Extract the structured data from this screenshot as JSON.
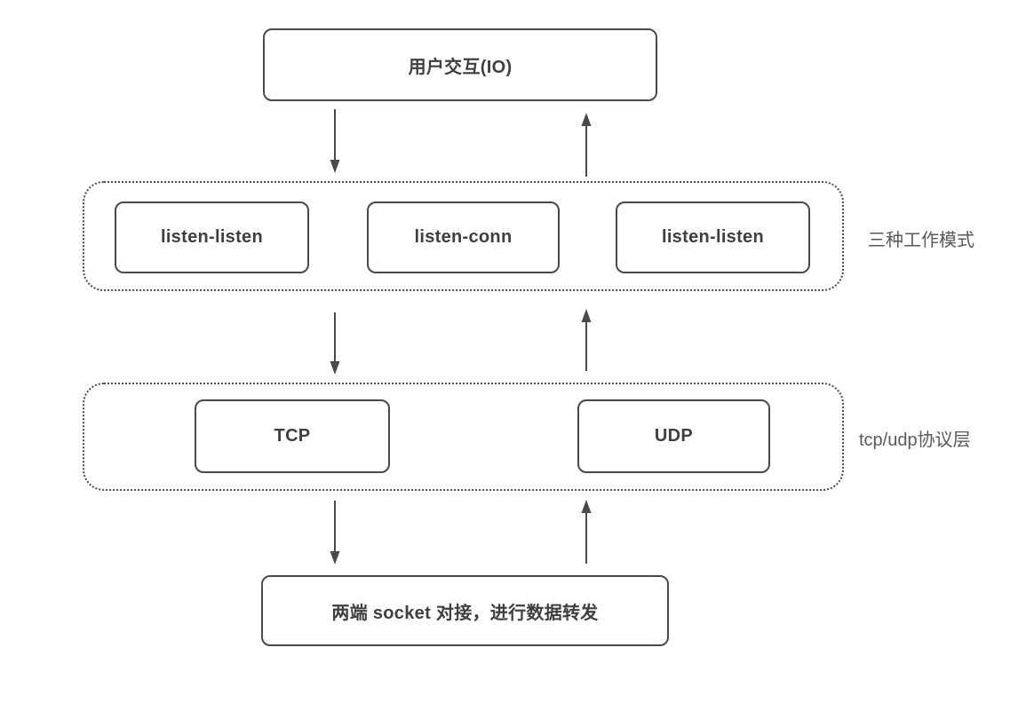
{
  "diagram": {
    "top_box": {
      "label": "用户交互(IO)"
    },
    "modes_layer": {
      "label": "三种工作模式",
      "items": [
        {
          "label": "listen-listen"
        },
        {
          "label": "listen-conn"
        },
        {
          "label": "listen-listen"
        }
      ]
    },
    "protocol_layer": {
      "label": "tcp/udp协议层",
      "items": [
        {
          "label": "TCP"
        },
        {
          "label": "UDP"
        }
      ]
    },
    "bottom_box": {
      "label": "两端 socket 对接，进行数据转发"
    },
    "colors": {
      "border": "#4a4a4a",
      "text": "#3f3f3f",
      "side_label": "#595959",
      "background": "#ffffff"
    }
  }
}
